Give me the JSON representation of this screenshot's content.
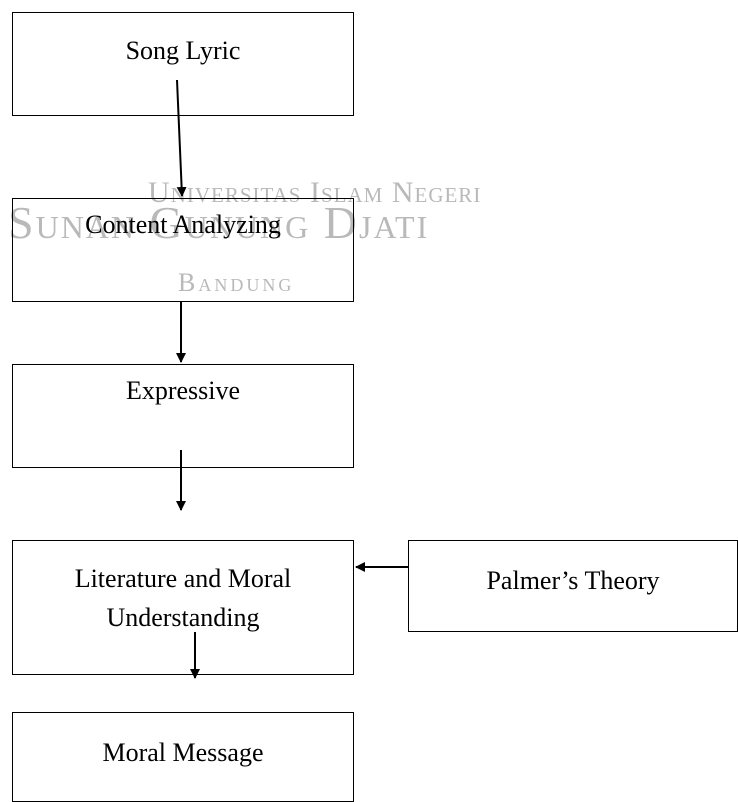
{
  "watermark": {
    "line1": "Universitas Islam Negeri",
    "line2": "Sunan Gunung Djati",
    "line3": "Bandung"
  },
  "nodes": {
    "song_lyric": "Song Lyric",
    "content_analyzing": "Content Analyzing",
    "expressive": "Expressive",
    "literature_line1": "Literature and Moral",
    "literature_line2": "Understanding",
    "palmers_theory": "Palmer’s Theory",
    "moral_message": "Moral Message"
  }
}
